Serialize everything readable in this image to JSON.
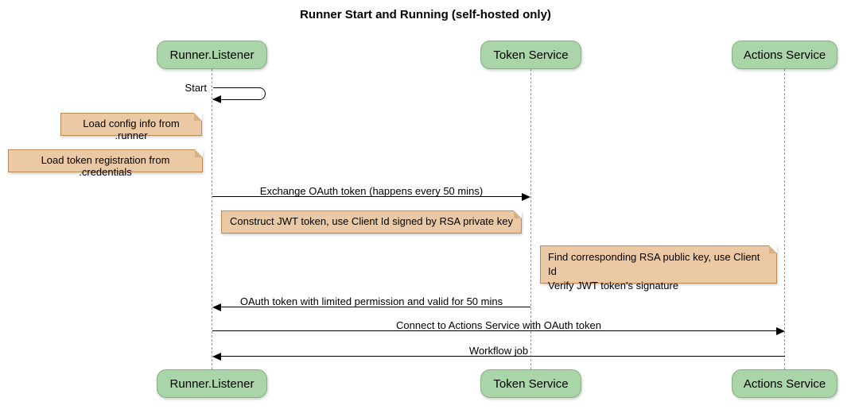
{
  "title": "Runner Start and Running (self-hosted only)",
  "participants": [
    {
      "label": "Runner.Listener"
    },
    {
      "label": "Token Service"
    },
    {
      "label": "Actions Service"
    }
  ],
  "messages": {
    "self_start": "Start",
    "exchange": "Exchange OAuth token (happens every 50 mins)",
    "oauth_return": "OAuth token with limited permission and valid for 50 mins",
    "connect": "Connect to Actions Service with OAuth token",
    "workflow": "Workflow job"
  },
  "notes": {
    "load_config": "Load config info from .runner",
    "load_credentials": "Load token registration from .credentials",
    "construct_jwt": "Construct JWT token, use Client Id signed by RSA private key",
    "verify_line1": "Find corresponding RSA public key, use Client Id",
    "verify_line2": "Verify JWT token's signature"
  },
  "colors": {
    "participant_fill": "#A9D5A9",
    "participant_border": "#87AE87",
    "note_fill": "#ECC9A5",
    "note_border": "#B98B57",
    "lifeline": "#999999",
    "arrow": "#000000"
  }
}
